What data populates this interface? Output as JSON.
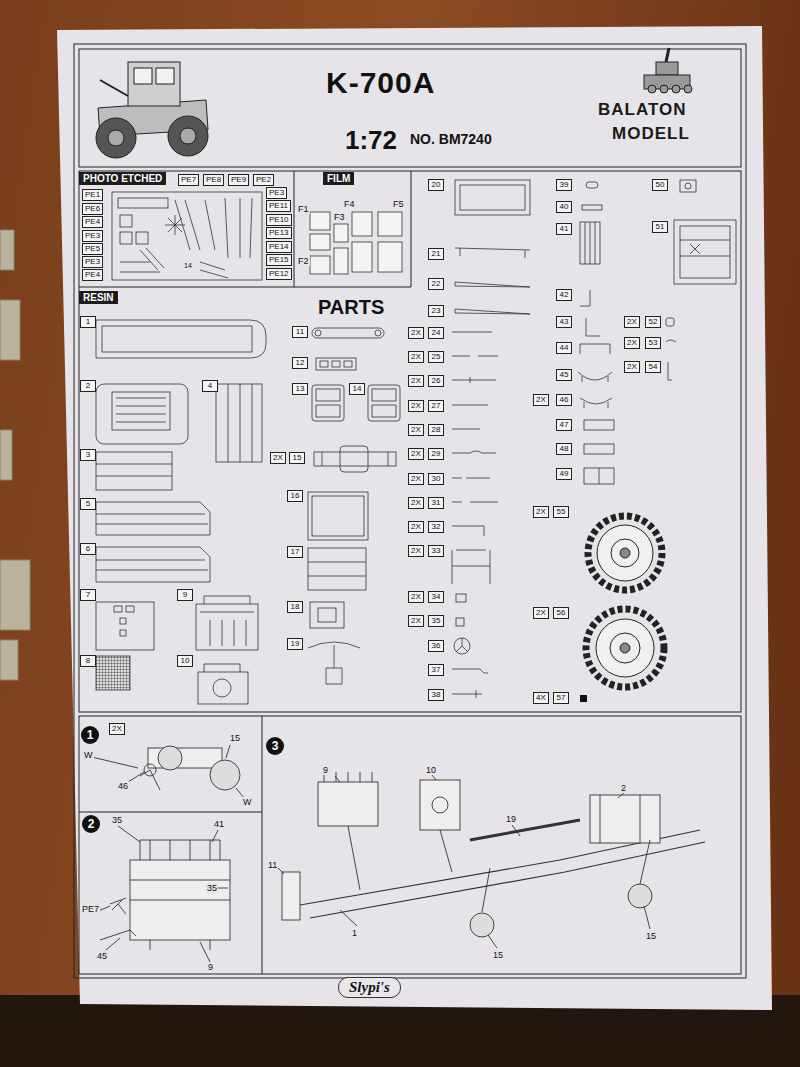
{
  "diagram": {
    "title": "K-700A",
    "nodes": [
      {
        "text": [
          "PHOTO ETCHED"
        ]
      },
      {
        "text": [
          "FILM"
        ]
      },
      {
        "text": [
          "RESIN"
        ]
      },
      {
        "text": [
          "1"
        ]
      },
      {
        "text": [
          "2"
        ]
      },
      {
        "text": [
          "3"
        ]
      },
      {
        "text": [
          "Slypi's"
        ]
      }
    ],
    "labels": [
      "1:72",
      "NO. BM7240",
      "BALATON",
      "MODELL",
      "PARTS",
      "PE7",
      "PE8",
      "PE9",
      "PE2",
      "PE1",
      "PE6",
      "PE4",
      "PE3",
      "PE5",
      "PE3",
      "PE4",
      "PE3",
      "PE11",
      "PE10",
      "PE13",
      "PE14",
      "PE15",
      "PE12",
      "14",
      "F1",
      "F2",
      "F3",
      "F4",
      "F5",
      "1",
      "2",
      "4",
      "3",
      "5",
      "6",
      "7",
      "9",
      "8",
      "10",
      "11",
      "12",
      "13",
      "14",
      "2X",
      "15",
      "16",
      "17",
      "18",
      "19",
      "20",
      "21",
      "22",
      "23",
      "2X",
      "24",
      "2X",
      "25",
      "2X",
      "26",
      "2X",
      "27",
      "2X",
      "28",
      "2X",
      "29",
      "2X",
      "30",
      "2X",
      "31",
      "2X",
      "32",
      "2X",
      "33",
      "2X",
      "34",
      "2X",
      "35",
      "36",
      "37",
      "38",
      "39",
      "40",
      "41",
      "42",
      "43",
      "44",
      "45",
      "2X",
      "46",
      "47",
      "48",
      "49",
      "2X",
      "55",
      "2X",
      "56",
      "4X",
      "57",
      "50",
      "51",
      "2X",
      "52",
      "2X",
      "53",
      "2X",
      "54",
      "2X",
      "W",
      "46",
      "15",
      "W",
      "35",
      "41",
      "35",
      "PE7",
      "45",
      "9",
      "9",
      "10",
      "2",
      "19",
      "11",
      "1",
      "15",
      "15"
    ]
  }
}
